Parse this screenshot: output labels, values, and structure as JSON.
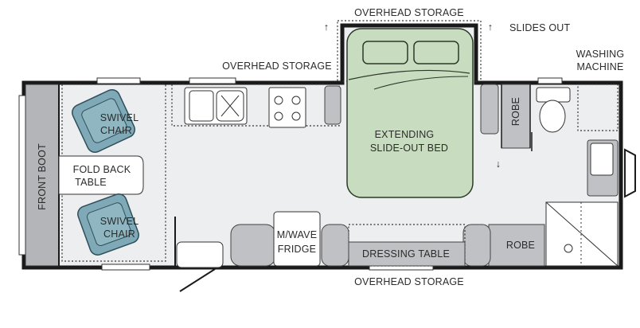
{
  "labels": {
    "overhead_storage_top": "OVERHEAD STORAGE",
    "slides_out": "SLIDES OUT",
    "overhead_storage_left": "OVERHEAD STORAGE",
    "washing_machine_1": "WASHING",
    "washing_machine_2": "MACHINE",
    "front_boot": "FRONT BOOT",
    "swivel_chair_top_1": "SWIVEL",
    "swivel_chair_top_2": "CHAIR",
    "fold_back_table_1": "FOLD BACK",
    "fold_back_table_2": "TABLE",
    "swivel_chair_bottom_1": "SWIVEL",
    "swivel_chair_bottom_2": "CHAIR",
    "extending_bed_1": "EXTENDING",
    "extending_bed_2": "SLIDE-OUT BED",
    "robe_upper": "ROBE",
    "robe_lower": "ROBE",
    "mwave_fridge_1": "M/WAVE",
    "mwave_fridge_2": "FRIDGE",
    "dressing_table": "DRESSING TABLE",
    "overhead_storage_bottom": "OVERHEAD STORAGE",
    "arrow_up": "↑",
    "arrow_down": "↓"
  }
}
